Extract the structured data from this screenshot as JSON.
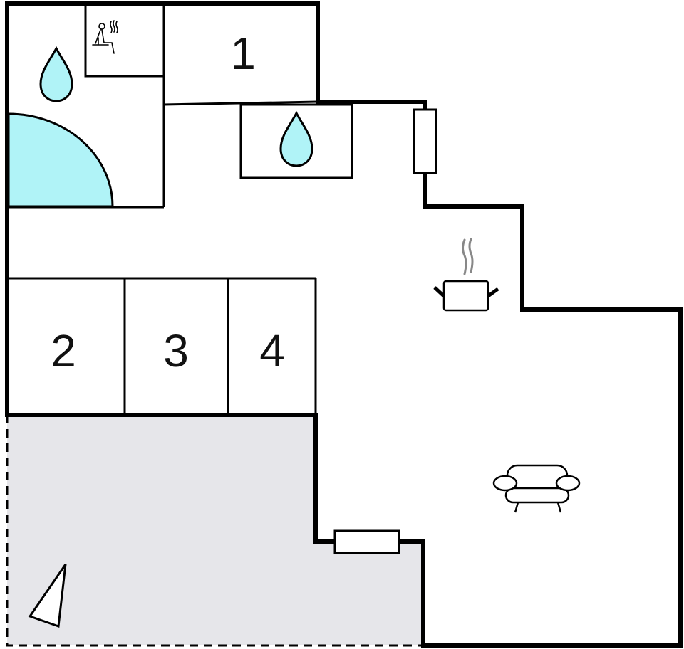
{
  "floorplan": {
    "rooms": [
      {
        "label": "1"
      },
      {
        "label": "2"
      },
      {
        "label": "3"
      },
      {
        "label": "4"
      }
    ],
    "icons": [
      "sauna-icon",
      "water-drop-icon",
      "water-drop-icon",
      "cooking-pot-icon",
      "armchair-icon",
      "compass-icon"
    ],
    "colors": {
      "water": "#b0f3f7",
      "terrace": "#e6e6ea",
      "wall": "#000000",
      "steam": "#888888"
    }
  }
}
